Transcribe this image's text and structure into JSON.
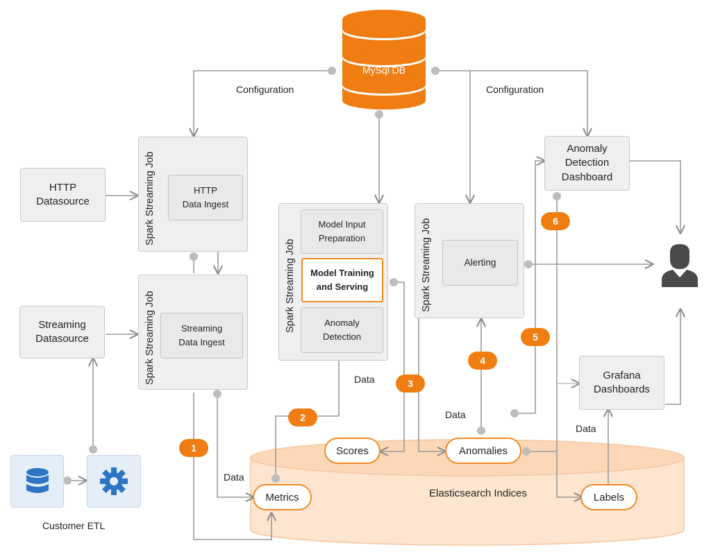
{
  "colors": {
    "accent": "#f07d12",
    "panel": "#efefef",
    "icon_blue": "#2d74c4",
    "line": "#9a9a9a"
  },
  "db": {
    "label": "MySql DB"
  },
  "labels": {
    "config_left": "Configuration",
    "config_right": "Configuration"
  },
  "http_source": {
    "line1": "HTTP",
    "line2": "Datasource"
  },
  "streaming_source": {
    "line1": "Streaming",
    "line2": "Datasource"
  },
  "job_http": {
    "title": "Spark Streaming Job",
    "inner1": "HTTP",
    "inner2": "Data Ingest"
  },
  "job_stream": {
    "title": "Spark Streaming Job",
    "inner1": "Streaming",
    "inner2": "Data Ingest"
  },
  "job_model": {
    "title": "Spark Streaming Job",
    "item1a": "Model Input",
    "item1b": "Preparation",
    "item2a": "Model Training",
    "item2b": "and Serving",
    "item3a": "Anomaly",
    "item3b": "Detection"
  },
  "job_alert": {
    "title": "Spark Streaming Job",
    "inner": "Alerting"
  },
  "dashboard": {
    "line1": "Anomaly",
    "line2": "Detection",
    "line3": "Dashboard"
  },
  "grafana": {
    "line1": "Grafana",
    "line2": "Dashboards"
  },
  "es": {
    "label": "Elasticsearch Indices",
    "metrics": "Metrics",
    "scores": "Scores",
    "anomalies": "Anomalies",
    "labels": "Labels"
  },
  "data_labels": {
    "d1": "Data",
    "d2": "Data",
    "d3": "Data",
    "d4": "Data"
  },
  "badges": [
    "1",
    "2",
    "3",
    "4",
    "5",
    "6"
  ],
  "etl": {
    "label": "Customer ETL",
    "db_icon": "database-icon",
    "gear_icon": "gear-icon"
  },
  "user": {
    "icon": "user-icon"
  }
}
